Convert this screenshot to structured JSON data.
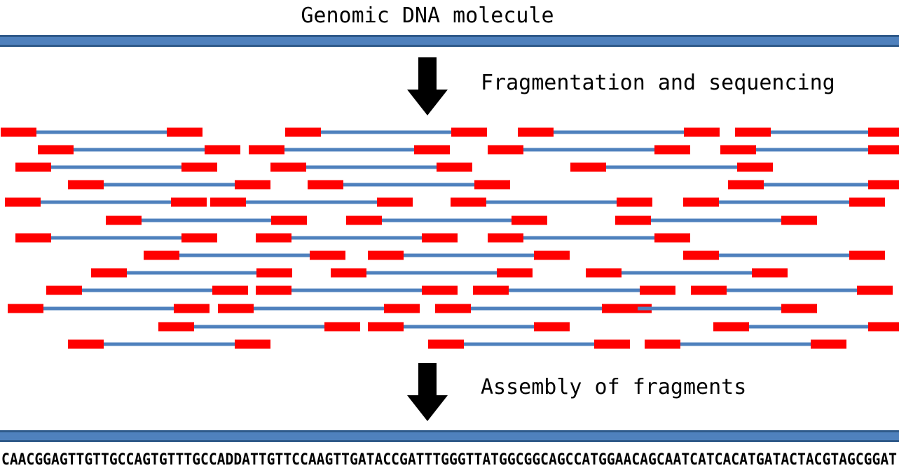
{
  "title": "Genomic DNA molecule",
  "step1_label": "Fragmentation and sequencing",
  "step2_label": "Assembly of fragments",
  "sequence": "CAACGGAGTTGTTGCCAGTGTTTGCCADDATTGTTCCAAGTTGATACCGATTTGGGTTATGGCGGCAGCCATGGAACAGCAATCATCACATGATACTACGTAGCGGAT",
  "colors": {
    "strand": "#4f81bd",
    "strand_edge": "#2f5a8a",
    "read_end": "#ff0000",
    "insert": "#4f81bd",
    "arrow": "#000000",
    "text": "#000000"
  },
  "icons": {
    "step_arrow": "down-arrow-icon"
  }
}
